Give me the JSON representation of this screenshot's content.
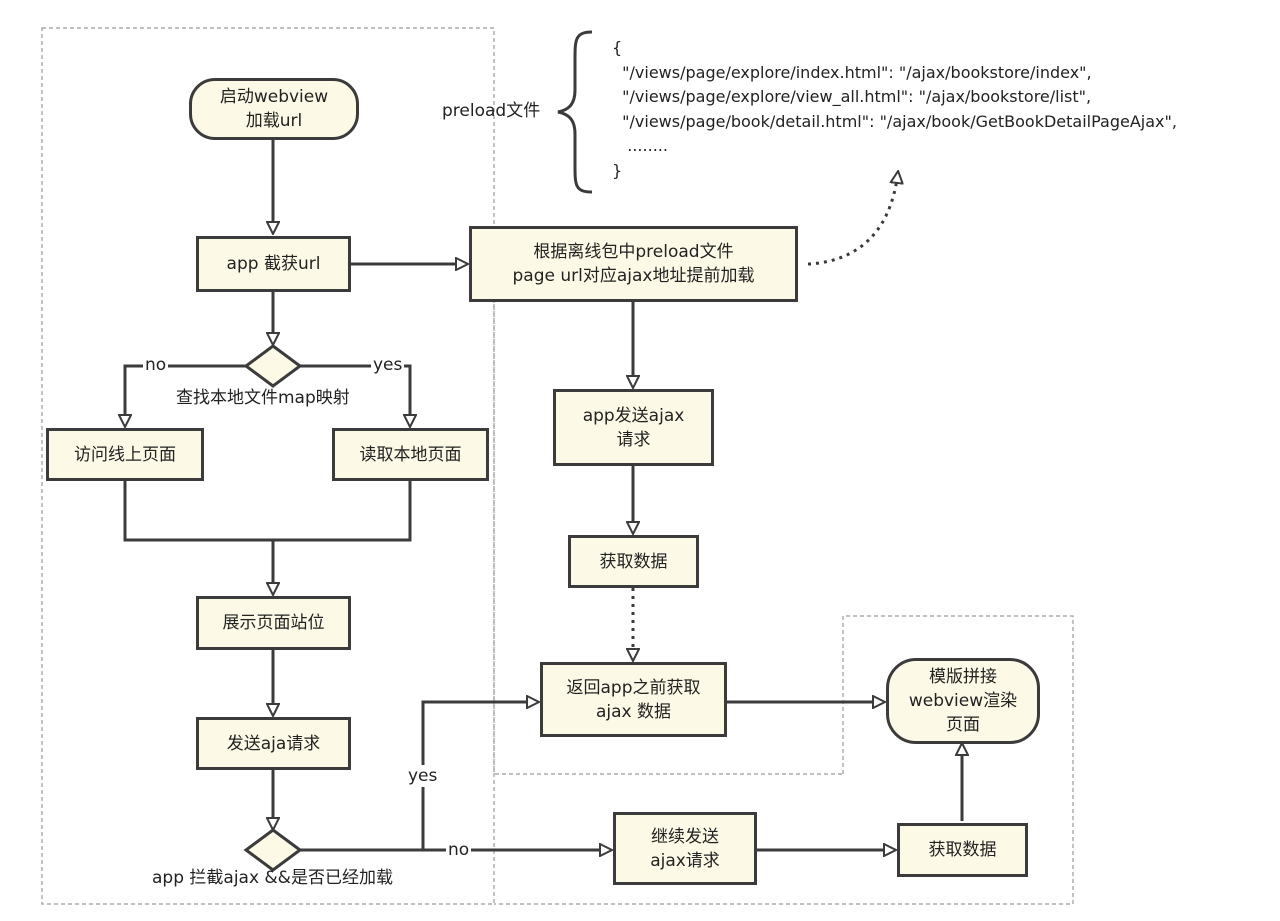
{
  "nodes": {
    "start": [
      "启动webview",
      "加载url"
    ],
    "intercept_url": [
      "app 截获url"
    ],
    "preload_load": [
      "根据离线包中preload文件",
      "page url对应ajax地址提前加载"
    ],
    "diamond_map_label": "查找本地文件map映射",
    "visit_online": [
      "访问线上页面"
    ],
    "read_local": [
      "读取本地页面"
    ],
    "app_send_ajax": [
      "app发送ajax",
      "请求"
    ],
    "fetch_data_1": [
      "获取数据"
    ],
    "show_placeholder": [
      "展示页面站位"
    ],
    "send_aja": [
      "发送aja请求"
    ],
    "return_prev": [
      "返回app之前获取",
      "ajax 数据"
    ],
    "template_render": [
      "模版拼接",
      "webview渲染",
      "页面"
    ],
    "diamond_intercept_label": "app 拦截ajax &&是否已经加载",
    "continue_send": [
      "继续发送",
      "ajax请求"
    ],
    "fetch_data_2": [
      "获取数据"
    ]
  },
  "edge_labels": {
    "no_1": "no",
    "yes_1": "yes",
    "yes_2": "yes",
    "no_2": "no"
  },
  "preload": {
    "label": "preload文件",
    "code_lines": [
      "{",
      "  \"/views/page/explore/index.html\": \"/ajax/bookstore/index\",",
      "  \"/views/page/explore/view_all.html\": \"/ajax/bookstore/list\",",
      "  \"/views/page/book/detail.html\": \"/ajax/book/GetBookDetailPageAjax\",",
      "   ........",
      "}"
    ]
  }
}
